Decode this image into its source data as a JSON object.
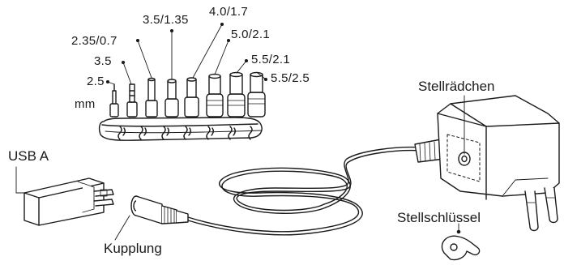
{
  "colors": {
    "ink": "#1a1a1a",
    "paper": "#ffffff"
  },
  "tips": {
    "unit": "mm",
    "sizes": [
      "2.5",
      "3.5",
      "2.35/0.7",
      "3.5/1.35",
      "4.0/1.7",
      "5.0/2.1",
      "5.5/2.1",
      "5.5/2.5"
    ]
  },
  "labels": {
    "usb": "USB A",
    "coupling": "Kupplung",
    "wheel": "Stellrädchen",
    "key": "Stellschlüssel"
  },
  "icons": [
    "usb-a-adapter-icon",
    "barrel-coupling-icon",
    "power-supply-icon",
    "adjustment-key-icon",
    "tip-holder-icon"
  ]
}
